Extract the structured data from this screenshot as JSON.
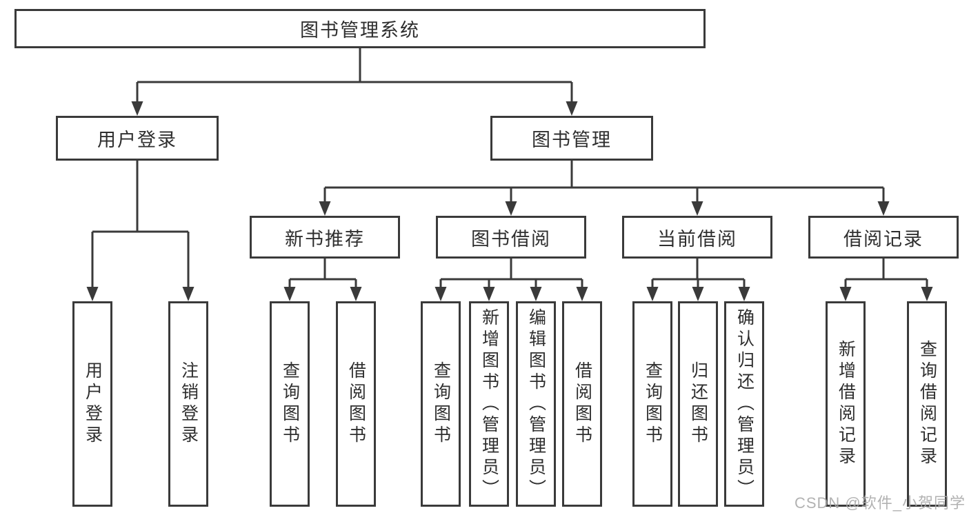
{
  "tree": {
    "root": {
      "label": "图书管理系统"
    },
    "branches": [
      {
        "label": "用户登录",
        "children": [
          {
            "label": "用户登录"
          },
          {
            "label": "注销登录"
          }
        ]
      },
      {
        "label": "图书管理",
        "children": [
          {
            "label": "新书推荐",
            "children": [
              {
                "label": "查询图书"
              },
              {
                "label": "借阅图书"
              }
            ]
          },
          {
            "label": "图书借阅",
            "children": [
              {
                "label": "查询图书"
              },
              {
                "label": "新增图书（管理员）"
              },
              {
                "label": "编辑图书（管理员）"
              },
              {
                "label": "借阅图书"
              }
            ]
          },
          {
            "label": "当前借阅",
            "children": [
              {
                "label": "查询图书"
              },
              {
                "label": "归还图书"
              },
              {
                "label": "确认归还（管理员）"
              }
            ]
          },
          {
            "label": "借阅记录",
            "children": [
              {
                "label": "新增借阅记录"
              },
              {
                "label": "查询借阅记录"
              }
            ]
          }
        ]
      }
    ]
  },
  "watermark": "CSDN @软件_小贺同学",
  "colors": {
    "line": "#3a3a3a",
    "box_border": "#3a3a3a",
    "text": "#2e2e2e",
    "watermark": "#aaaaaa",
    "background": "#ffffff"
  }
}
